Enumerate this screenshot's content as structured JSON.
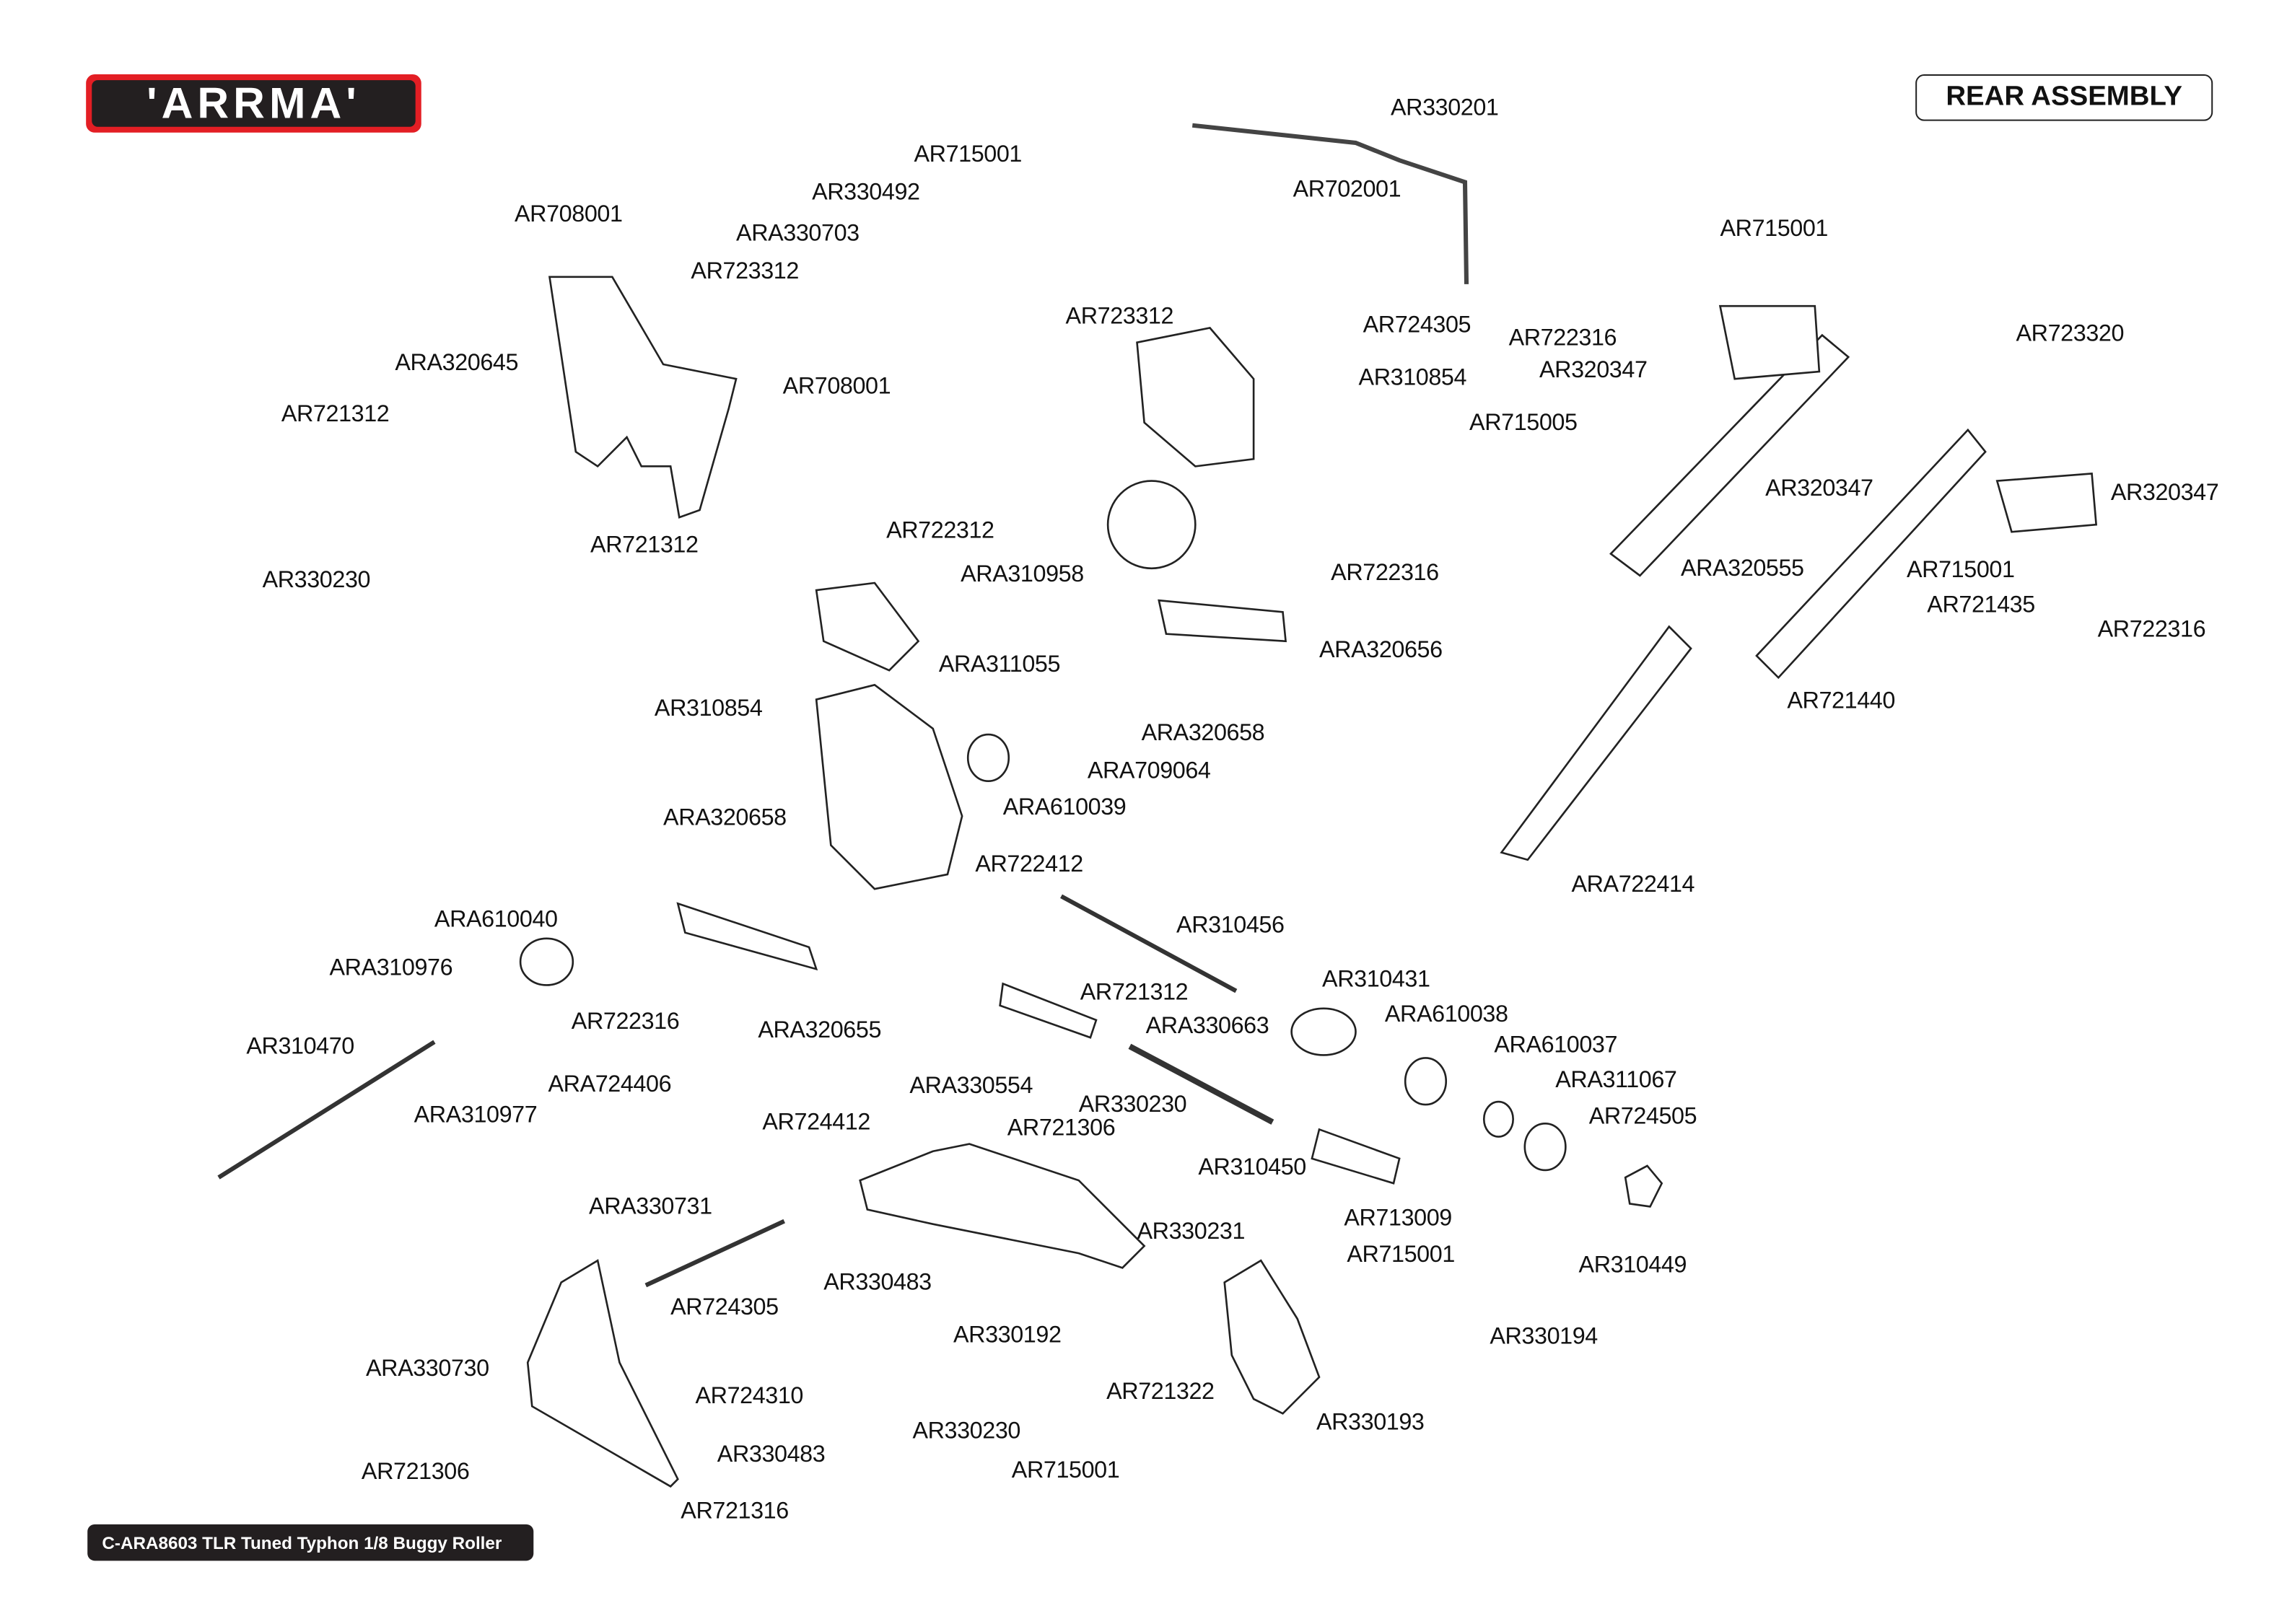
{
  "header": {
    "logo_text": "ARRMA",
    "title": "REAR ASSEMBLY"
  },
  "footer": {
    "kit": "C-ARA8603 TLR Tuned Typhon 1/8 Buggy Roller"
  },
  "colors": {
    "logo_red": "#e31e24",
    "logo_black": "#231f20",
    "footer_bg": "#231f20"
  },
  "part_labels": [
    "AR330201",
    "AR715001",
    "AR330492",
    "AR708001",
    "ARA330703",
    "AR702001",
    "AR723312",
    "AR715001",
    "AR724305",
    "AR723312",
    "AR722316",
    "AR723320",
    "ARA320645",
    "AR320347",
    "AR310854",
    "AR708001",
    "AR721312",
    "AR715005",
    "AR320347",
    "AR320347",
    "AR721312",
    "AR722312",
    "AR330230",
    "ARA310958",
    "ARA320555",
    "AR715001",
    "AR722316",
    "AR721435",
    "AR722316",
    "ARA320656",
    "ARA311055",
    "AR310854",
    "AR721440",
    "ARA320658",
    "ARA709064",
    "ARA610039",
    "ARA320658",
    "AR722412",
    "ARA722414",
    "ARA610040",
    "AR310456",
    "ARA310976",
    "AR310431",
    "AR721312",
    "ARA610038",
    "AR722316",
    "ARA320655",
    "ARA330663",
    "AR310470",
    "ARA610037",
    "ARA724406",
    "ARA330554",
    "ARA311067",
    "AR330230",
    "ARA310977",
    "AR724505",
    "AR724412",
    "AR721306",
    "AR310450",
    "ARA330731",
    "AR713009",
    "AR330231",
    "AR715001",
    "AR310449",
    "AR330483",
    "AR724305",
    "AR330192",
    "AR330194",
    "ARA330730",
    "AR721322",
    "AR724310",
    "AR330193",
    "AR330230",
    "AR330483",
    "AR715001",
    "AR721306",
    "AR721316"
  ]
}
